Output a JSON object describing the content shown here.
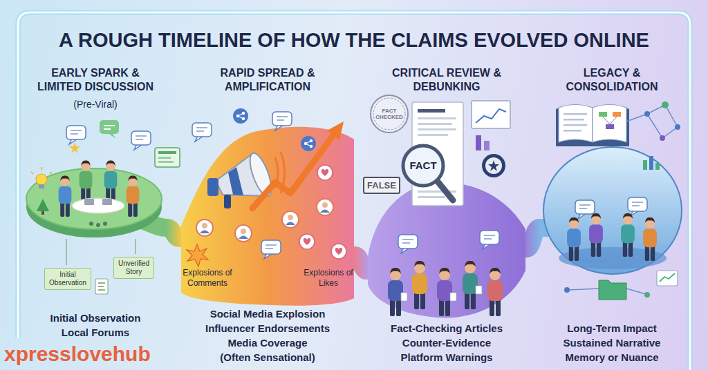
{
  "diagram": {
    "title": "A ROUGH TIMELINE OF HOW THE CLAIMS EVOLVED ONLINE",
    "nodes": [
      {
        "text": [
          "EARLY SPARK & LIMITED DISCUSSION",
          "(Pre-Viral)",
          "Initial Observation",
          "Local Forums"
        ]
      },
      {
        "text": [
          "Initial Observation"
        ],
        "in": 0
      },
      {
        "text": [
          "Unverified Story"
        ],
        "in": 0
      },
      {
        "text": [
          "RAPID SPREAD & AMPLIFICATION",
          "Social Media Explosion",
          "Influencer Endorsements",
          "Media Coverage (Often Sensational)"
        ]
      },
      {
        "text": [
          "CRITICAL REVIEW & DEBUNKING",
          "Fact-Checking Articles",
          "Counter-Evidence",
          "Platform Warnings"
        ]
      },
      {
        "text": [
          "LEGACY & CONSOLIDATION",
          "Long-Term Impact",
          "Sustained Narrative",
          "Memory or Nuance"
        ]
      }
    ],
    "edges": [
      {
        "from": 0,
        "to": 3,
        "arrow": "none"
      },
      {
        "from": 3,
        "to": 4,
        "arrow": "none"
      },
      {
        "from": 4,
        "to": 5,
        "arrow": "none"
      }
    ],
    "labels": [
      "Explosions of Comments",
      "Explosions of Likes",
      "FACT CHECKED",
      "FALSE",
      "FACT",
      "xpresslovehub"
    ]
  }
}
